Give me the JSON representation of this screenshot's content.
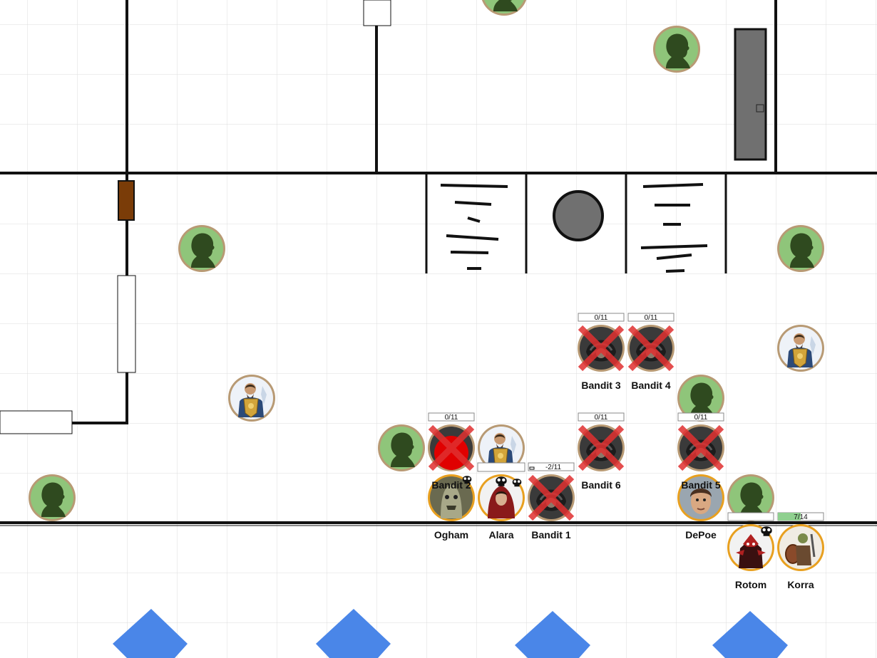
{
  "map_title": "",
  "colors": {
    "grid": "#dcdcdc",
    "wall": "#111111",
    "door": "#7a3c08",
    "npc_green": "#8fc57a",
    "npc_silhouette": "#2f4a1f",
    "token_ring": "#b89a74",
    "dead_x": "#e03030",
    "marker_red": "#e00000",
    "arrow_blue": "#4a86e8",
    "stone": "#707070",
    "hp_full": "#8fd08f"
  },
  "tokens": {
    "bandit3": {
      "name": "Bandit 3",
      "hp": "0/11",
      "dead": true
    },
    "bandit4": {
      "name": "Bandit 4",
      "hp": "0/11",
      "dead": true
    },
    "bandit2": {
      "name": "Bandit 2",
      "hp": "0/11",
      "dead": true
    },
    "bandit6": {
      "name": "Bandit 6",
      "hp": "0/11",
      "dead": true
    },
    "bandit5": {
      "name": "Bandit 5",
      "hp": "0/11",
      "dead": true
    },
    "bandit1": {
      "name": "Bandit 1",
      "hp": "-2/11",
      "dead": true
    },
    "ogham": {
      "name": "Ogham"
    },
    "alara": {
      "name": "Alara"
    },
    "depoe": {
      "name": "DePoe"
    },
    "rotom": {
      "name": "Rotom"
    },
    "korra": {
      "name": "Korra",
      "hp": "7/14"
    }
  },
  "icons": {
    "npc": "silhouette-npc-icon",
    "paladin": "armored-paladin-icon",
    "dead": "red-x-icon",
    "status": "skull-status-icon",
    "arrow": "exit-arrow-icon"
  }
}
